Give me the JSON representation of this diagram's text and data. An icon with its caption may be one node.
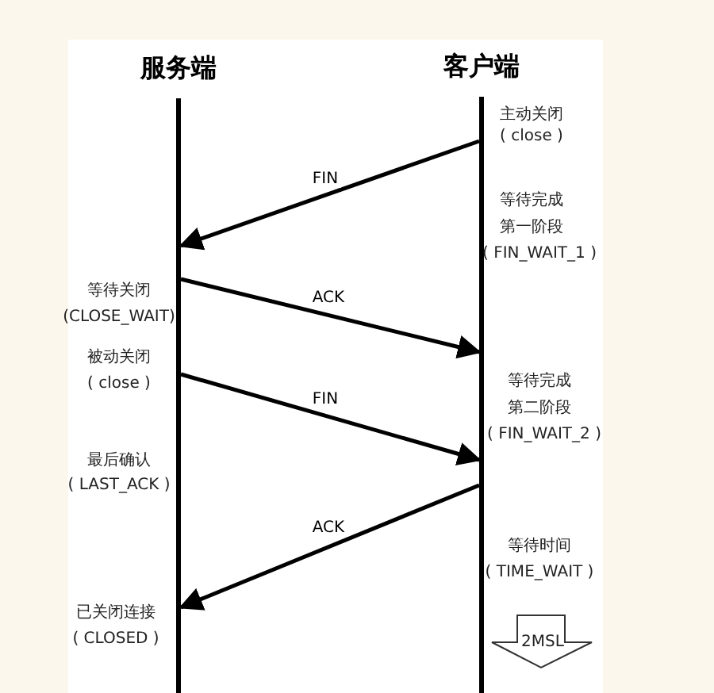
{
  "diagram": {
    "nodes": [
      {
        "text": [
          "服务端"
        ]
      },
      {
        "text": [
          "客户端"
        ]
      }
    ],
    "edges": [
      {
        "from": 1,
        "to": 0,
        "arrow": "to",
        "label": "FIN"
      },
      {
        "from": 0,
        "to": 1,
        "arrow": "to",
        "label": "ACK"
      },
      {
        "from": 0,
        "to": 1,
        "arrow": "to",
        "label": "FIN"
      },
      {
        "from": 1,
        "to": 0,
        "arrow": "to",
        "label": "ACK"
      }
    ],
    "labels": [
      "主动关闭",
      "( close )",
      "等待完成",
      "第一阶段",
      "( FIN_WAIT_1 )",
      "等待关闭",
      "(CLOSE_WAIT)",
      "被动关闭",
      "( close )",
      "等待完成",
      "第二阶段",
      "( FIN_WAIT_2 )",
      "最后确认",
      "( LAST_ACK )",
      "等待时间",
      "( TIME_WAIT )",
      "已关闭连接",
      "( CLOSED )",
      "2MSL"
    ]
  }
}
